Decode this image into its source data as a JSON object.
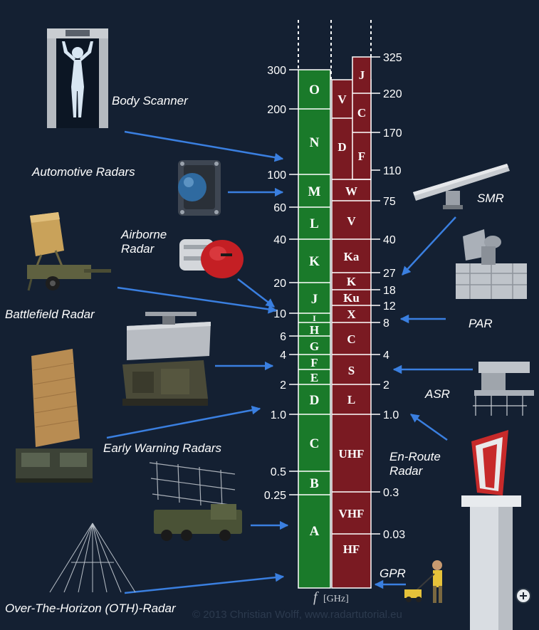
{
  "colors": {
    "background": "#142032",
    "ieee_band": "#1a7a2a",
    "nato_band": "#7a1a22",
    "arrow": "#3a7fe0",
    "scale_text": "#ffffff"
  },
  "axis": {
    "unit_symbol": "f",
    "unit": "[GHz]",
    "left_ticks": [
      "300",
      "200",
      "100",
      "60",
      "40",
      "20",
      "10",
      "6",
      "4",
      "2",
      "1.0",
      "0.5",
      "0.25"
    ],
    "right_ticks": [
      "325",
      "220",
      "170",
      "110",
      "75",
      "40",
      "27",
      "18",
      "12",
      "8",
      "4",
      "2",
      "1.0",
      "0.3",
      "0.03"
    ]
  },
  "nato_bands": [
    "O",
    "N",
    "M",
    "L",
    "K",
    "J",
    "I",
    "H",
    "G",
    "F",
    "E",
    "D",
    "C",
    "B",
    "A"
  ],
  "ieee_bands": [
    "J",
    "V",
    "C",
    "D",
    "F",
    "W",
    "V",
    "Ka",
    "K",
    "Ku",
    "X",
    "C",
    "S",
    "L",
    "UHF",
    "VHF",
    "HF"
  ],
  "applications": {
    "body_scanner": "Body Scanner",
    "automotive": "Automotive Radars",
    "airborne_line1": "Airborne",
    "airborne_line2": "Radar",
    "battlefield": "Battlefield Radar",
    "early_warning": "Early Warning Radars",
    "oth": "Over-The-Horizon (OTH)-Radar",
    "smr": "SMR",
    "par": "PAR",
    "asr": "ASR",
    "en_route_line1": "En-Route",
    "en_route_line2": "Radar",
    "gpr": "GPR"
  },
  "icons": {
    "body_scanner": "body-scanner-icon",
    "automotive": "automotive-radar-icon",
    "airborne": "airborne-radar-icon",
    "battlefield": "battlefield-radar-icon",
    "early_warning_small": "mobile-radar-icon",
    "early_warning_large": "early-warning-radar-icon",
    "oth_antennas": "antenna-array-truck-icon",
    "oth": "oth-radar-mast-icon",
    "smr": "surface-movement-radar-icon",
    "par": "precision-approach-radar-icon",
    "asr": "airport-surveillance-radar-icon",
    "en_route": "en-route-radar-tower-icon",
    "gpr": "ground-penetrating-radar-icon"
  },
  "watermark": "© 2013 Christian Wolff, www.radartutorial.eu"
}
